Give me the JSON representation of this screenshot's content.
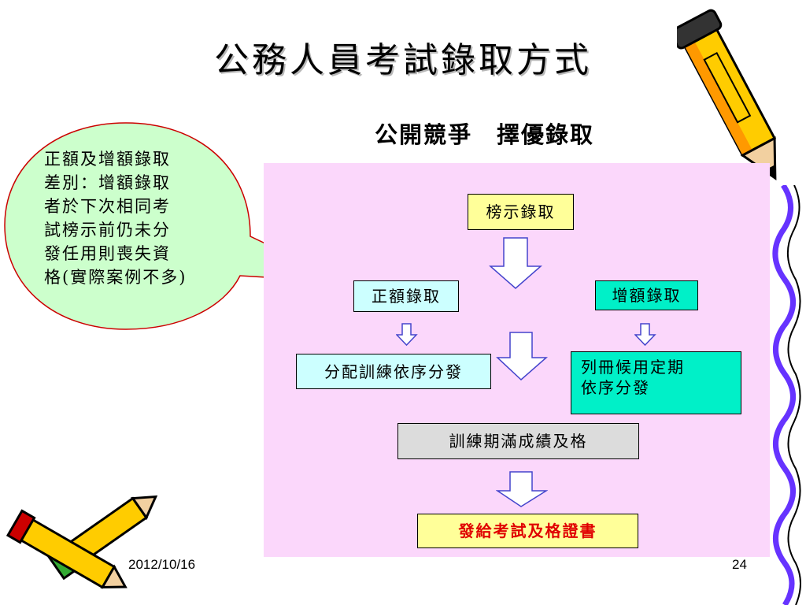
{
  "slide": {
    "title": "公務人員考試錄取方式",
    "subtitle": "公開競爭　擇優錄取",
    "footer_date": "2012/10/16",
    "page_number": "24"
  },
  "note": {
    "lines": [
      "正額及增額錄取",
      "差別：增額錄取",
      "者於下次相同考",
      "試榜示前仍未分",
      "發任用則喪失資",
      "格(實際案例不多)"
    ]
  },
  "flow": {
    "list_announce": "榜示錄取",
    "regular_admit": "正額錄取",
    "extra_admit": "增額錄取",
    "regular_assign": "分配訓練依序分發",
    "extra_assign_line1": "列冊候用定期",
    "extra_assign_line2": "依序分發",
    "training_pass": "訓練期滿成績及格",
    "certificate": "發給考試及格證書"
  },
  "colors": {
    "panel": "#fbd7fb",
    "bubble": "#ccffcc",
    "yellow_box": "#ffff99",
    "lightblue_box": "#ccffff",
    "teal_box": "#00f0c8",
    "gray_box": "#dcdcdc",
    "arrow_outline": "#4444cc",
    "certificate_text": "#e00000"
  }
}
